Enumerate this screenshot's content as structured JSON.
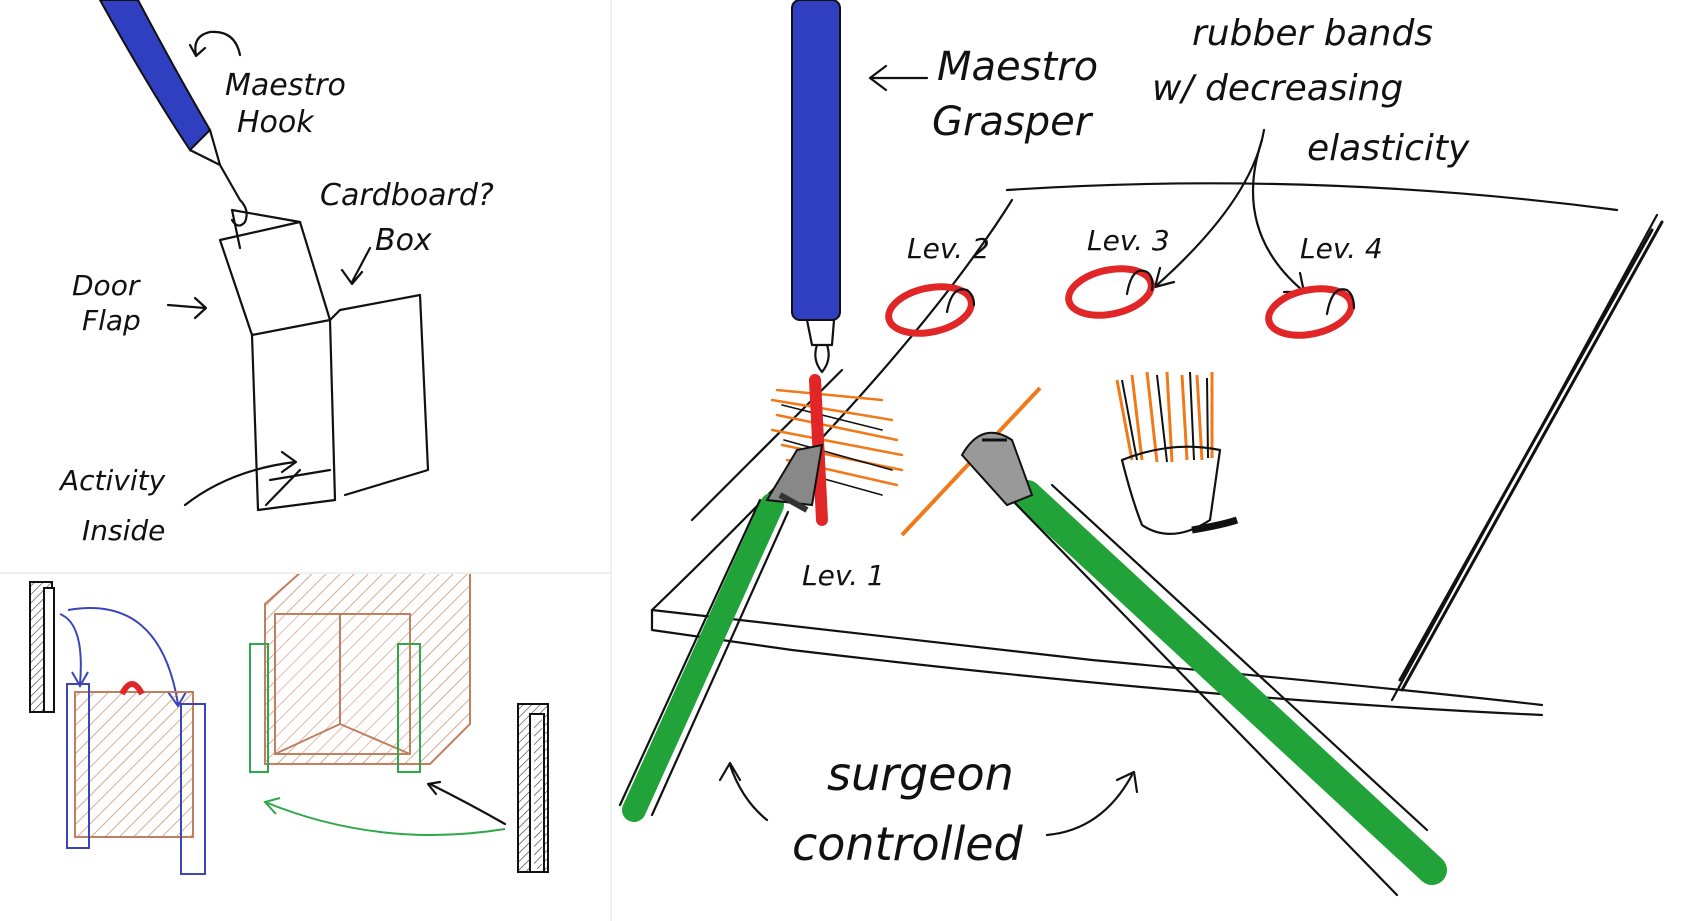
{
  "sketch_box": {
    "hook_label": [
      "Maestro",
      "Hook"
    ],
    "box_label": [
      "Cardboard?",
      "Box"
    ],
    "flap_label": [
      "Door",
      "Flap"
    ],
    "activity_label": [
      "Activity",
      "Inside"
    ]
  },
  "board": {
    "grasper_label": [
      "Maestro",
      "Grasper"
    ],
    "bands_label": [
      "rubber bands",
      "w/ decreasing",
      "elasticity"
    ],
    "levels": [
      "Lev. 1",
      "Lev. 2",
      "Lev. 3",
      "Lev. 4"
    ],
    "surgeon_label": [
      "surgeon",
      "controlled"
    ]
  },
  "colors": {
    "ink": "#111111",
    "maestro_blue": "#2f3fc0",
    "tool_green": "#22a33a",
    "band_red": "#e02626",
    "bristle_orange": "#f07a1a",
    "wood_brown": "#c08060",
    "frame_blue": "#3a46b8",
    "frame_green": "#2fa84a"
  }
}
